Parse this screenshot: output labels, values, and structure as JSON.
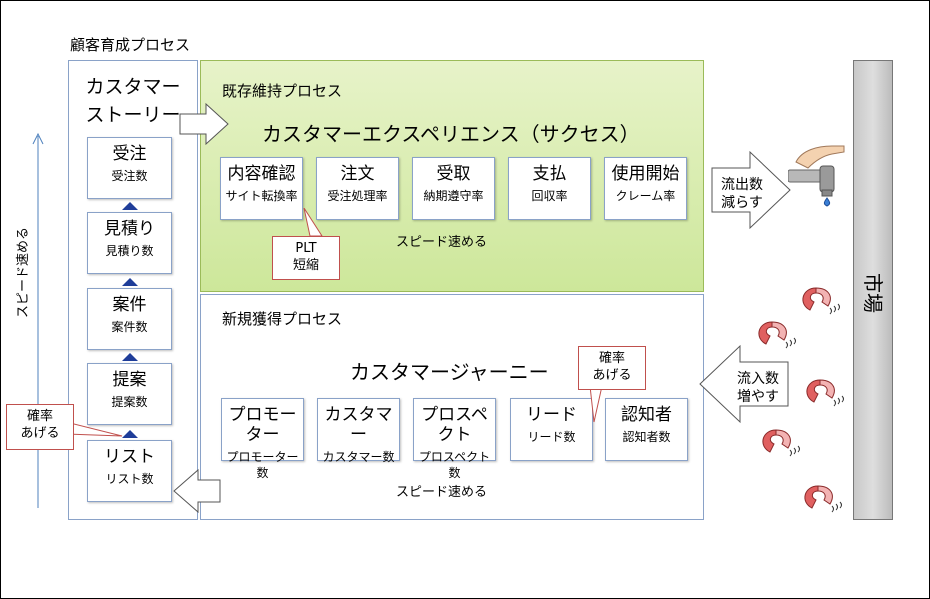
{
  "outer_title": "顧客育成プロセス",
  "left_column": {
    "title_line1": "カスタマー",
    "title_line2": "ストーリー",
    "stages": [
      {
        "label": "受注",
        "sub": "受注数"
      },
      {
        "label": "見積り",
        "sub": "見積り数"
      },
      {
        "label": "案件",
        "sub": "案件数"
      },
      {
        "label": "提案",
        "sub": "提案数"
      },
      {
        "label": "リスト",
        "sub": "リスト数"
      }
    ],
    "vertical_label": "スピード速める"
  },
  "retention": {
    "title": "既存維持プロセス",
    "heading": "カスタマーエクスペリエンス（サクセス）",
    "steps": [
      {
        "label": "内容確認",
        "sub": "サイト転換率"
      },
      {
        "label": "注文",
        "sub": "受注処理率"
      },
      {
        "label": "受取",
        "sub": "納期遵守率"
      },
      {
        "label": "支払",
        "sub": "回収率"
      },
      {
        "label": "使用開始",
        "sub": "クレーム率"
      }
    ],
    "speed_label": "スピード速める",
    "callout_line1": "PLT",
    "callout_line2": "短縮"
  },
  "acquisition": {
    "title": "新規獲得プロセス",
    "heading": "カスタマージャーニー",
    "steps": [
      {
        "label": "プロモーター",
        "sub": "プロモーター数"
      },
      {
        "label": "カスタマー",
        "sub": "カスタマー数"
      },
      {
        "label": "プロスペクト",
        "sub": "プロスペクト数"
      },
      {
        "label": "リード",
        "sub": "リード数"
      },
      {
        "label": "認知者",
        "sub": "認知者数"
      }
    ],
    "speed_label": "スピード速める",
    "callout_line1": "確率",
    "callout_line2": "あげる"
  },
  "left_callout": {
    "line1": "確率",
    "line2": "あげる"
  },
  "outflow": {
    "line1": "流出数",
    "line2": "減らす"
  },
  "inflow": {
    "line1": "流入数",
    "line2": "増やす"
  },
  "market_label": "市場"
}
